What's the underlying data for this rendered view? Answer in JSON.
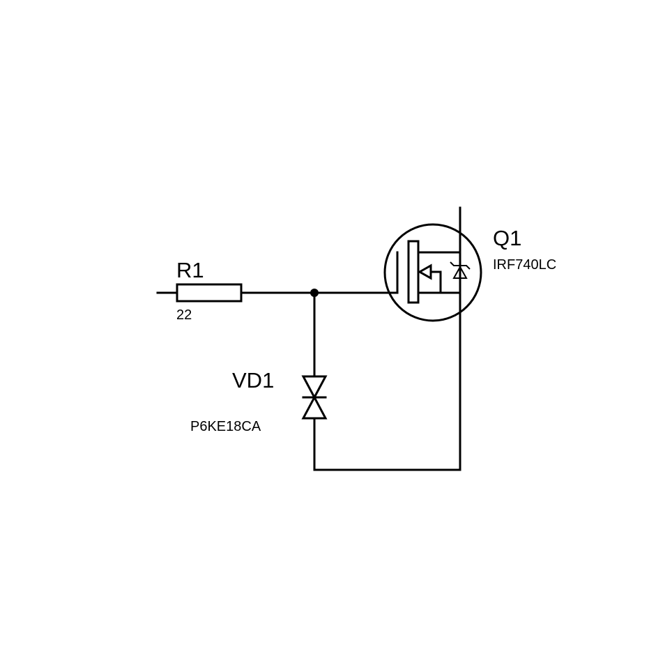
{
  "components": {
    "resistor": {
      "ref": "R1",
      "value": "22"
    },
    "tvs_diode": {
      "ref": "VD1",
      "value": "P6KE18CA"
    },
    "mosfet": {
      "ref": "Q1",
      "value": "IRF740LC"
    }
  }
}
